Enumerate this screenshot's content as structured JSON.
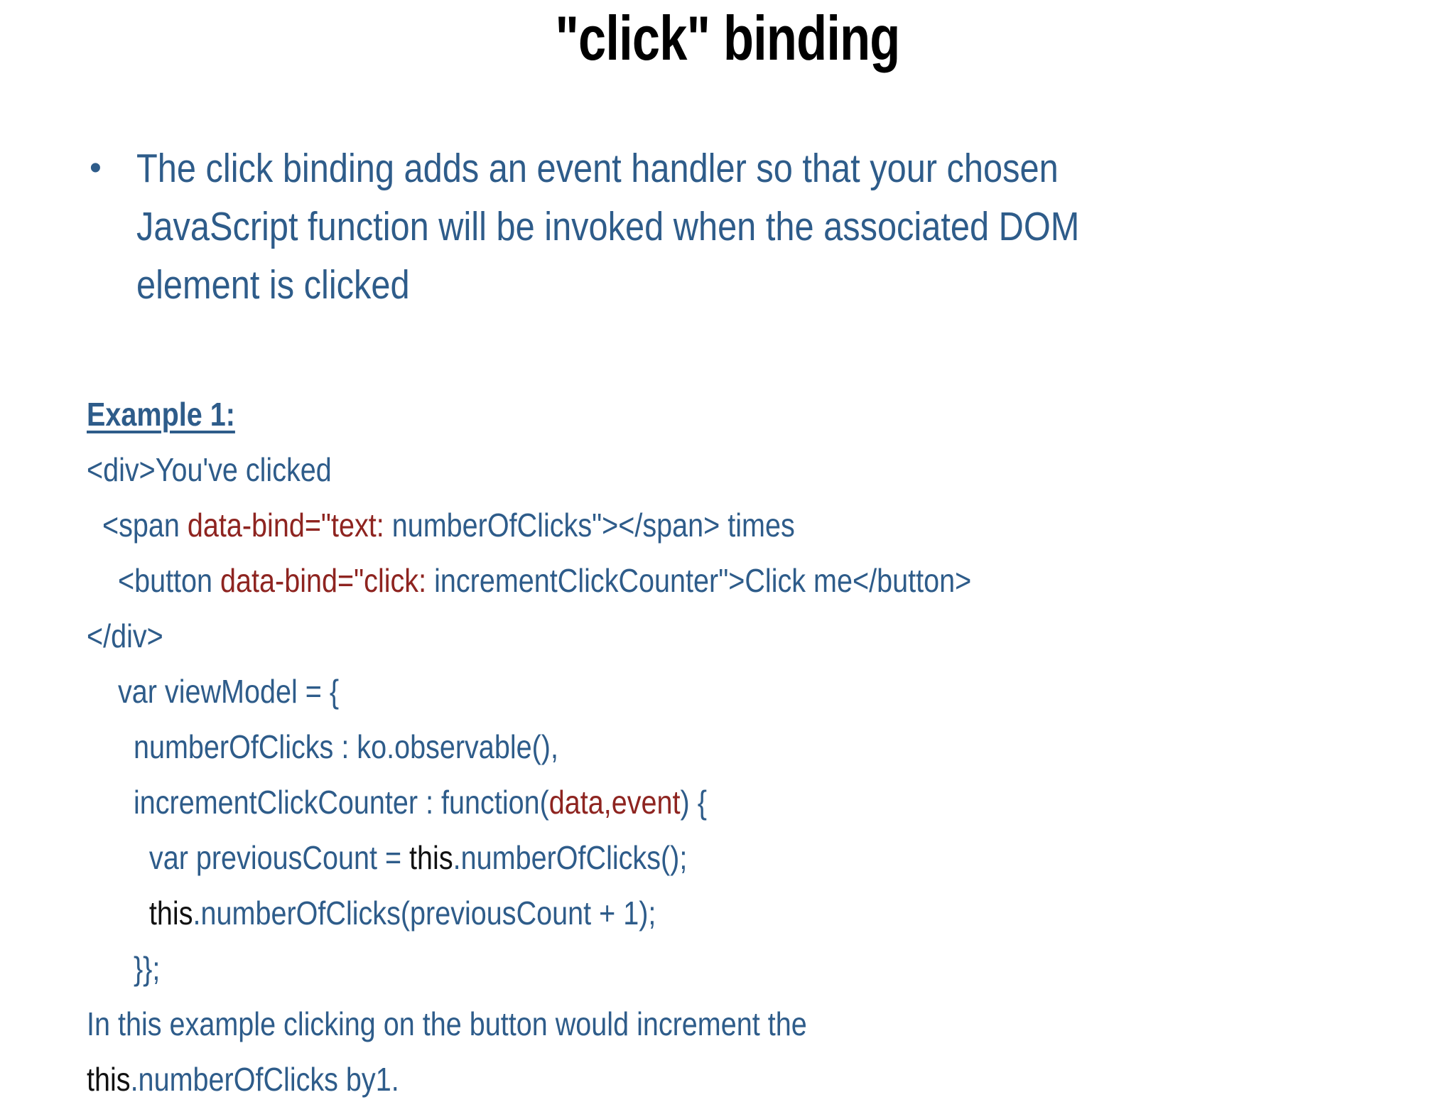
{
  "slide": {
    "title": "\"click\" binding",
    "theme": {
      "background": "#ffffff",
      "body_text": "#2E5C8A",
      "title_text": "#000000",
      "code_accent": "#8E2420",
      "keyword_text": "#111111"
    },
    "bullets": [
      {
        "marker": "•",
        "text": "The click binding adds an event handler so that your chosen JavaScript function will be invoked when the associated DOM element is clicked"
      }
    ],
    "example": {
      "heading": "Example 1:",
      "lines": [
        {
          "id": "l1",
          "indent": 0,
          "segments": [
            {
              "t": "<div>You've clicked",
              "c": "blue"
            }
          ]
        },
        {
          "id": "l2",
          "indent": 1,
          "segments": [
            {
              "t": "<span ",
              "c": "blue"
            },
            {
              "t": "data-bind=\"text: ",
              "c": "red"
            },
            {
              "t": "numberOfClicks\"></span> times",
              "c": "blue"
            }
          ]
        },
        {
          "id": "l3",
          "indent": 2,
          "segments": [
            {
              "t": "<button ",
              "c": "blue"
            },
            {
              "t": "data-bind=\"click: ",
              "c": "red"
            },
            {
              "t": "incrementClickCounter\">Click me</button>",
              "c": "blue"
            }
          ]
        },
        {
          "id": "l4",
          "indent": 0,
          "segments": [
            {
              "t": "</div>",
              "c": "blue"
            }
          ]
        },
        {
          "id": "l5",
          "indent": 2,
          "segments": [
            {
              "t": "var viewModel = {",
              "c": "blue"
            }
          ]
        },
        {
          "id": "l6",
          "indent": 3,
          "segments": [
            {
              "t": "numberOfClicks : ko.observable(),",
              "c": "blue"
            }
          ]
        },
        {
          "id": "l7",
          "indent": 3,
          "segments": [
            {
              "t": "incrementClickCounter : function(",
              "c": "blue"
            },
            {
              "t": "data,event",
              "c": "red"
            },
            {
              "t": ") {",
              "c": "blue"
            }
          ]
        },
        {
          "id": "l8",
          "indent": 4,
          "segments": [
            {
              "t": "var previousCount = ",
              "c": "blue"
            },
            {
              "t": "this",
              "c": "blk"
            },
            {
              "t": ".numberOfClicks();",
              "c": "blue"
            }
          ]
        },
        {
          "id": "l9",
          "indent": 4,
          "segments": [
            {
              "t": "this",
              "c": "blk"
            },
            {
              "t": ".numberOfClicks(previousCount + 1);",
              "c": "blue"
            }
          ]
        },
        {
          "id": "l10",
          "indent": 3,
          "segments": [
            {
              "t": "}};",
              "c": "blue"
            }
          ]
        },
        {
          "id": "l11",
          "indent": 0,
          "segments": [
            {
              "t": "In this example clicking on the button would increment the",
              "c": "blue"
            }
          ]
        },
        {
          "id": "l12",
          "indent": 0,
          "segments": [
            {
              "t": "this",
              "c": "blk"
            },
            {
              "t": ".numberOfClicks by1.",
              "c": "blue"
            }
          ]
        }
      ]
    }
  }
}
